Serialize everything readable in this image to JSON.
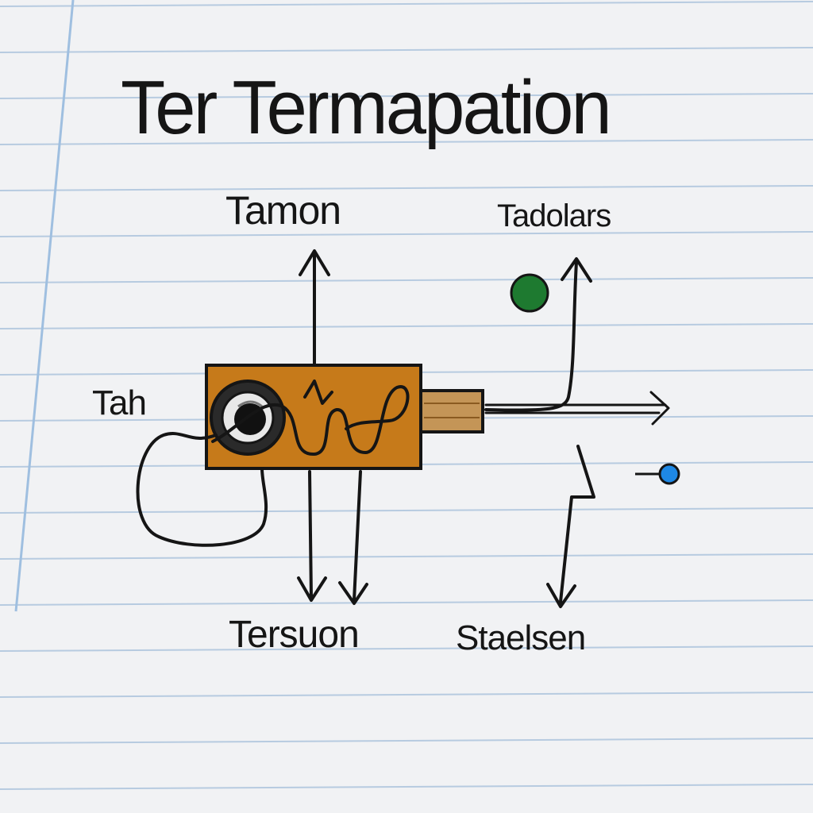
{
  "title": "Ter Termapation",
  "labels": {
    "top_left": "Tamon",
    "top_right": "Tadolars",
    "left": "Tah",
    "bottom_left": "Tersuon",
    "bottom_right": "Staelsen"
  },
  "colors": {
    "paper": "#f1f2f4",
    "ruled_line": "#b7cbe0",
    "margin_line": "#9fbfe0",
    "ink": "#151515",
    "box_fill": "#c67a1a",
    "connector_fill": "#c49557",
    "green_dot": "#1e7a30",
    "blue_dot": "#1e88e5"
  },
  "icons": [
    "speaker-icon",
    "green-dot-icon",
    "blue-dot-icon"
  ]
}
